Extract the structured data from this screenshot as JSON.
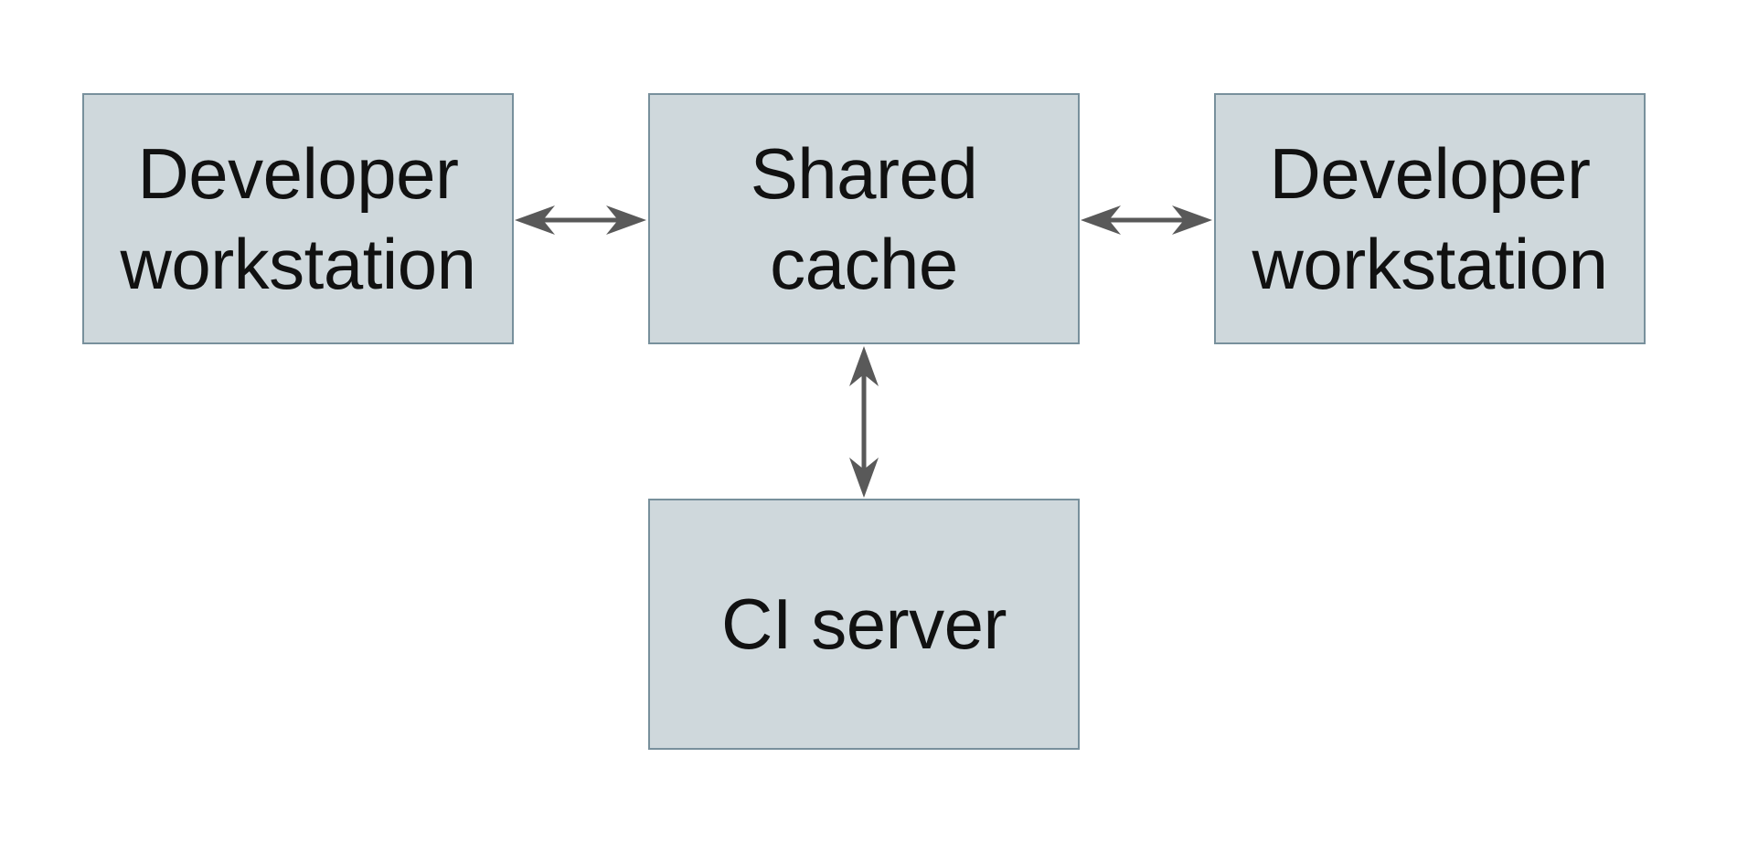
{
  "colors": {
    "bg": "#ffffff",
    "box_fill": "#cfd8dc",
    "box_border": "#78909c",
    "arrow_color": "#595959",
    "text_color": "#111111"
  },
  "nodes": {
    "workstation_left": {
      "label": "Developer\nworkstation"
    },
    "shared_cache": {
      "label": "Shared\ncache"
    },
    "workstation_right": {
      "label": "Developer\nworkstation"
    },
    "ci_server": {
      "label": "CI server"
    }
  },
  "edges": [
    {
      "from": "workstation_left",
      "to": "shared_cache",
      "type": "bidirectional"
    },
    {
      "from": "shared_cache",
      "to": "workstation_right",
      "type": "bidirectional"
    },
    {
      "from": "shared_cache",
      "to": "ci_server",
      "type": "bidirectional"
    }
  ]
}
